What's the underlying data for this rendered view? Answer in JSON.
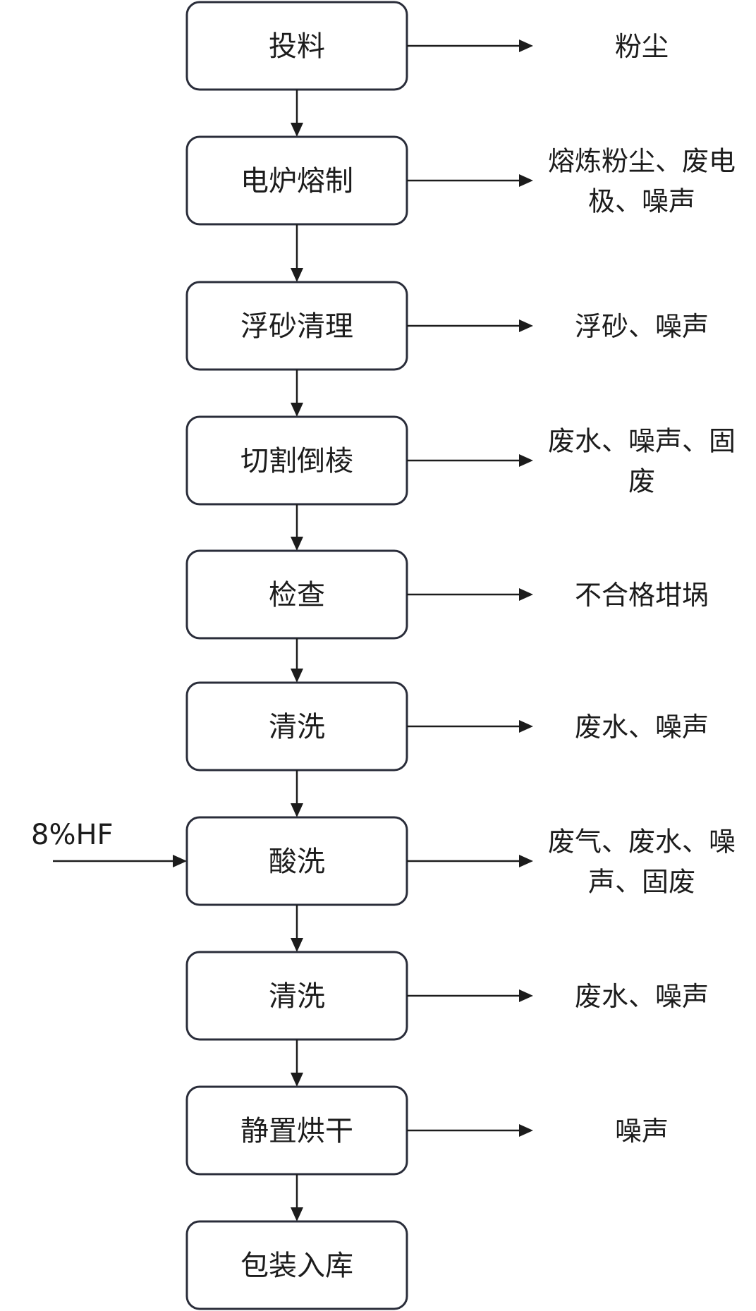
{
  "steps": [
    {
      "label": "投料",
      "outputs": [
        "粉尘"
      ]
    },
    {
      "label": "电炉熔制",
      "outputs": [
        "熔炼粉尘、废电",
        "极、噪声"
      ]
    },
    {
      "label": "浮砂清理",
      "outputs": [
        "浮砂、噪声"
      ]
    },
    {
      "label": "切割倒棱",
      "outputs": [
        "废水、噪声、固",
        "废"
      ]
    },
    {
      "label": "检查",
      "outputs": [
        "不合格坩埚"
      ]
    },
    {
      "label": "清洗",
      "outputs": [
        "废水、噪声"
      ]
    },
    {
      "label": "酸洗",
      "outputs": [
        "废气、废水、噪",
        "声、固废"
      ],
      "input": "8%HF"
    },
    {
      "label": "清洗",
      "outputs": [
        "废水、噪声"
      ]
    },
    {
      "label": "静置烘干",
      "outputs": [
        "噪声"
      ]
    },
    {
      "label": "包装入库",
      "outputs": []
    }
  ]
}
